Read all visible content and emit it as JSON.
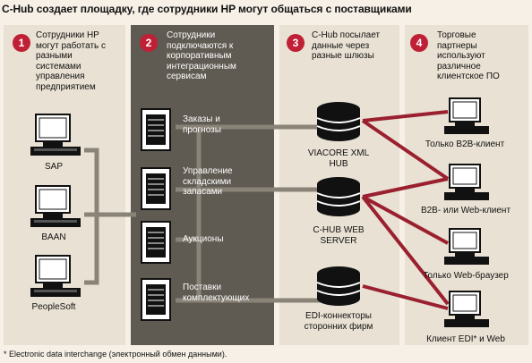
{
  "title": "C-Hub создает площадку, где сотрудники HP могут общаться с поставщиками",
  "colors": {
    "background": "#f6f0e6",
    "dark_panel": "#5f5a52",
    "accent_red": "#c02035",
    "line_gray": "#8a8478",
    "line_red": "#9a2030"
  },
  "steps": [
    {
      "number": "1",
      "text": "Сотрудники HP могут работать с разными системами управления предприятием"
    },
    {
      "number": "2",
      "text": "Сотрудники подключаются к корпоративным интеграционным сервисам"
    },
    {
      "number": "3",
      "text": "C-Hub посылает данные через разные шлюзы"
    },
    {
      "number": "4",
      "text": "Торговые партнеры используют различное клиентское ПО"
    }
  ],
  "erp_systems": [
    "SAP",
    "BAAN",
    "PeopleSoft"
  ],
  "services": [
    "Заказы и прогнозы",
    "Управление складскими запасами",
    "Аукционы",
    "Поставки комплектующих"
  ],
  "gateways": [
    "VIACORE XML HUB",
    "C-HUB WEB SERVER",
    "EDI-коннекторы сторонних фирм"
  ],
  "clients": [
    "Только B2B-клиент",
    "B2B- или Web-клиент",
    "Только Web-браузер",
    "Клиент EDI* и Web"
  ],
  "footnote": "* Electronic data interchange (электронный обмен данными)."
}
